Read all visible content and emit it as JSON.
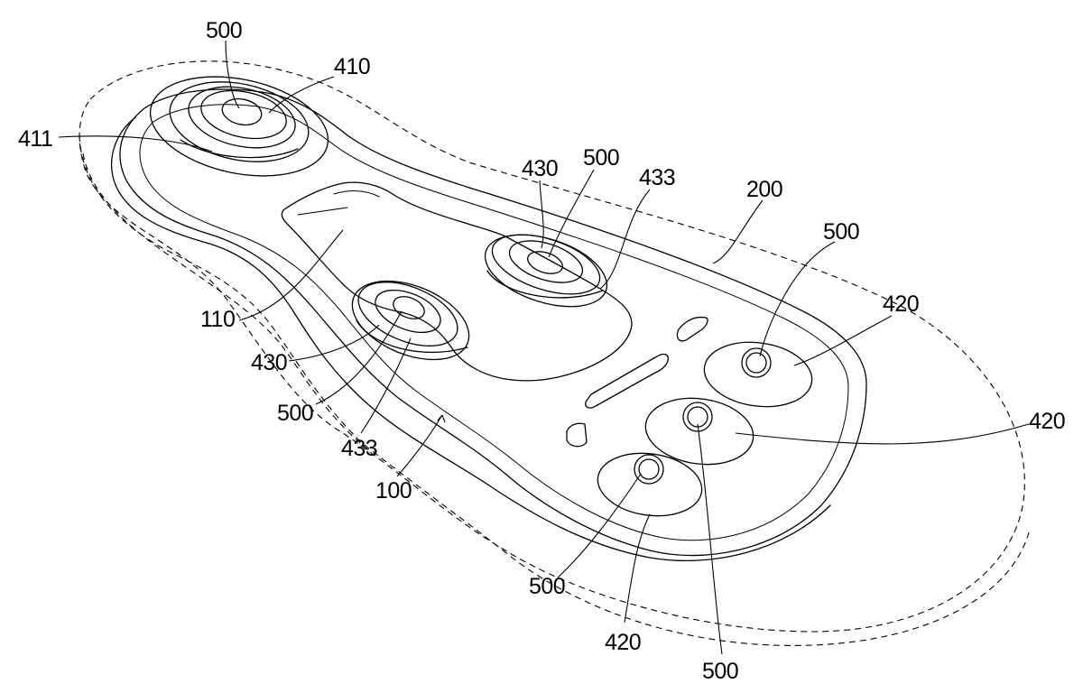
{
  "figure": {
    "reference_numerals": {
      "insole_outline": "200",
      "plate": "100",
      "recess": "110",
      "heel_pad": "410",
      "heel_pad_edge": "411",
      "arch_pad_left": "430",
      "arch_pad_right": "430",
      "arch_pad_rim_left": "433",
      "arch_pad_rim_right": "433",
      "toe_pad": "420",
      "toe_pad_middle": "420",
      "toe_pad_bottom": "420",
      "magnet_heel": "500",
      "magnet_arch_right": "500",
      "magnet_arch_left": "500",
      "magnet_toe_top": "500",
      "magnet_toe_middle": "500",
      "magnet_toe_bottom": "500"
    }
  }
}
